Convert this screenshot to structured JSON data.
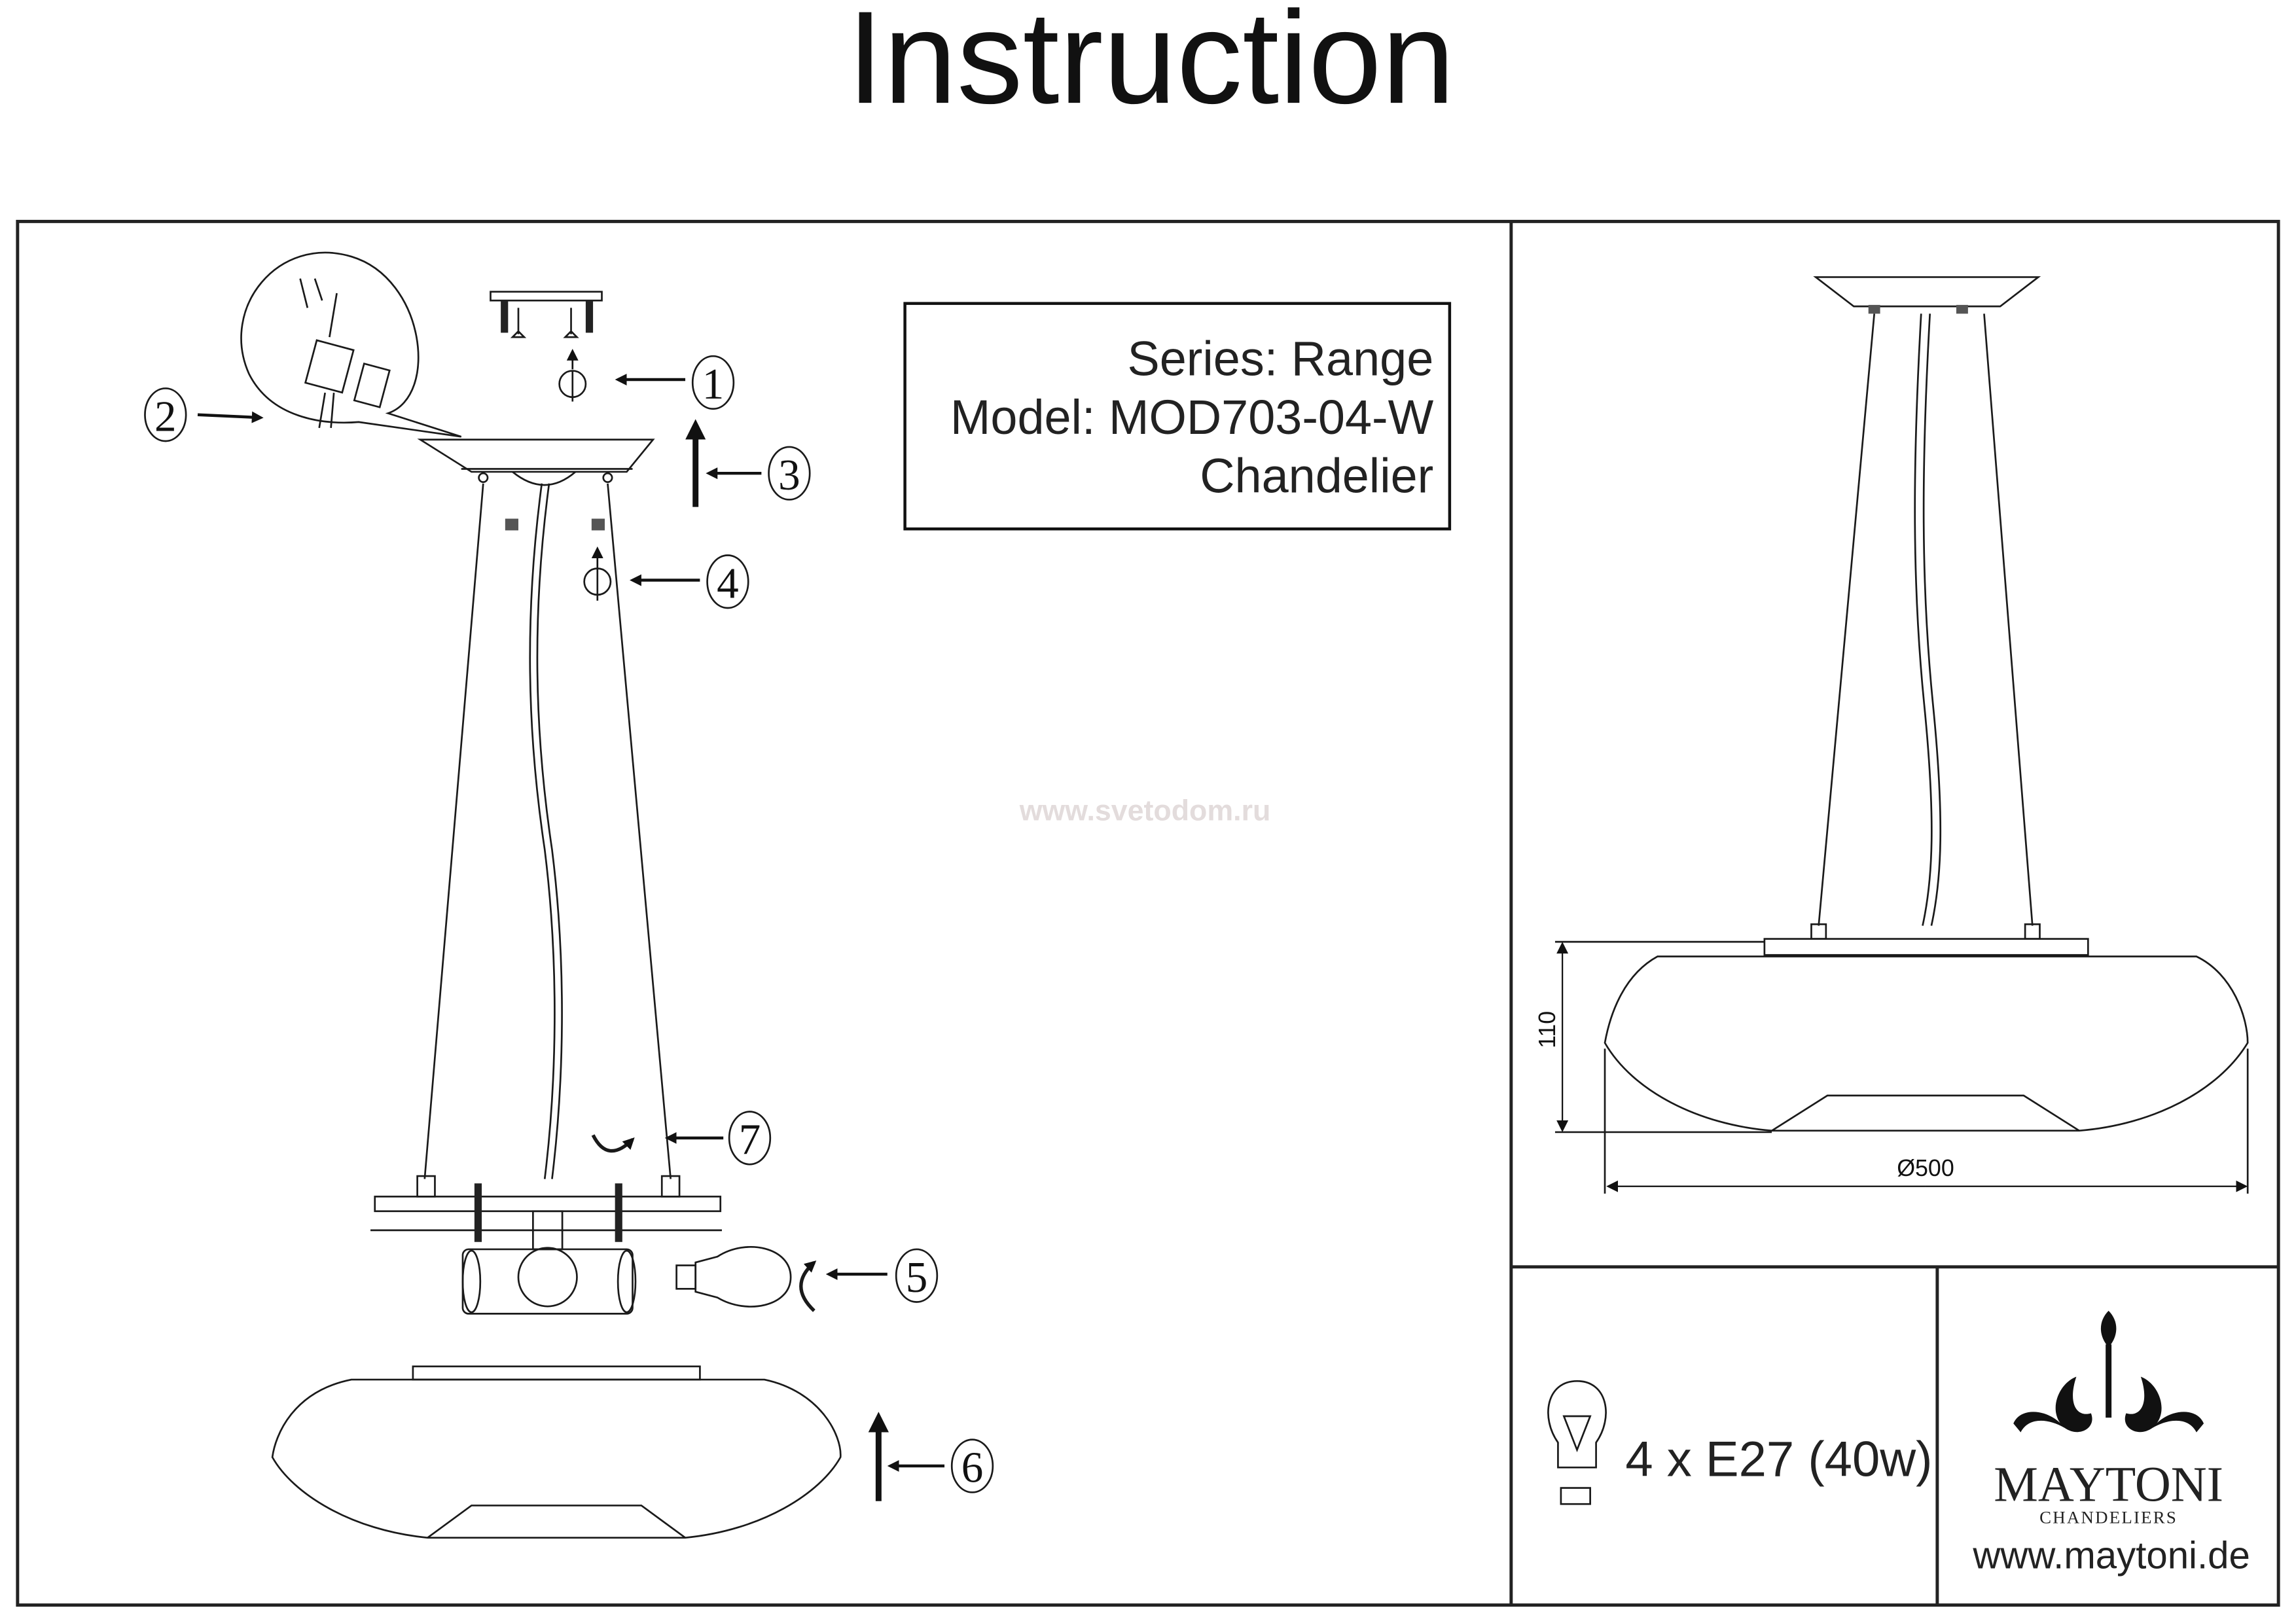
{
  "title": "Instruction",
  "info_box": {
    "series": "Series: Range",
    "model": "Model: MOD703-04-W",
    "type": "Chandelier"
  },
  "watermark": "www.svetodom.ru",
  "steps": [
    "1",
    "2",
    "3",
    "4",
    "5",
    "6",
    "7"
  ],
  "dimensions": {
    "height": "110",
    "diameter": "Ø500"
  },
  "lamp_spec": {
    "icon": "light-bulb-icon",
    "text": "4 x E27 (40w)"
  },
  "brand": {
    "logo_icon": "chandelier-ornament-icon",
    "name": "MAYTONI",
    "tagline": "CHANDELIERS",
    "url": "www.maytoni.de"
  }
}
